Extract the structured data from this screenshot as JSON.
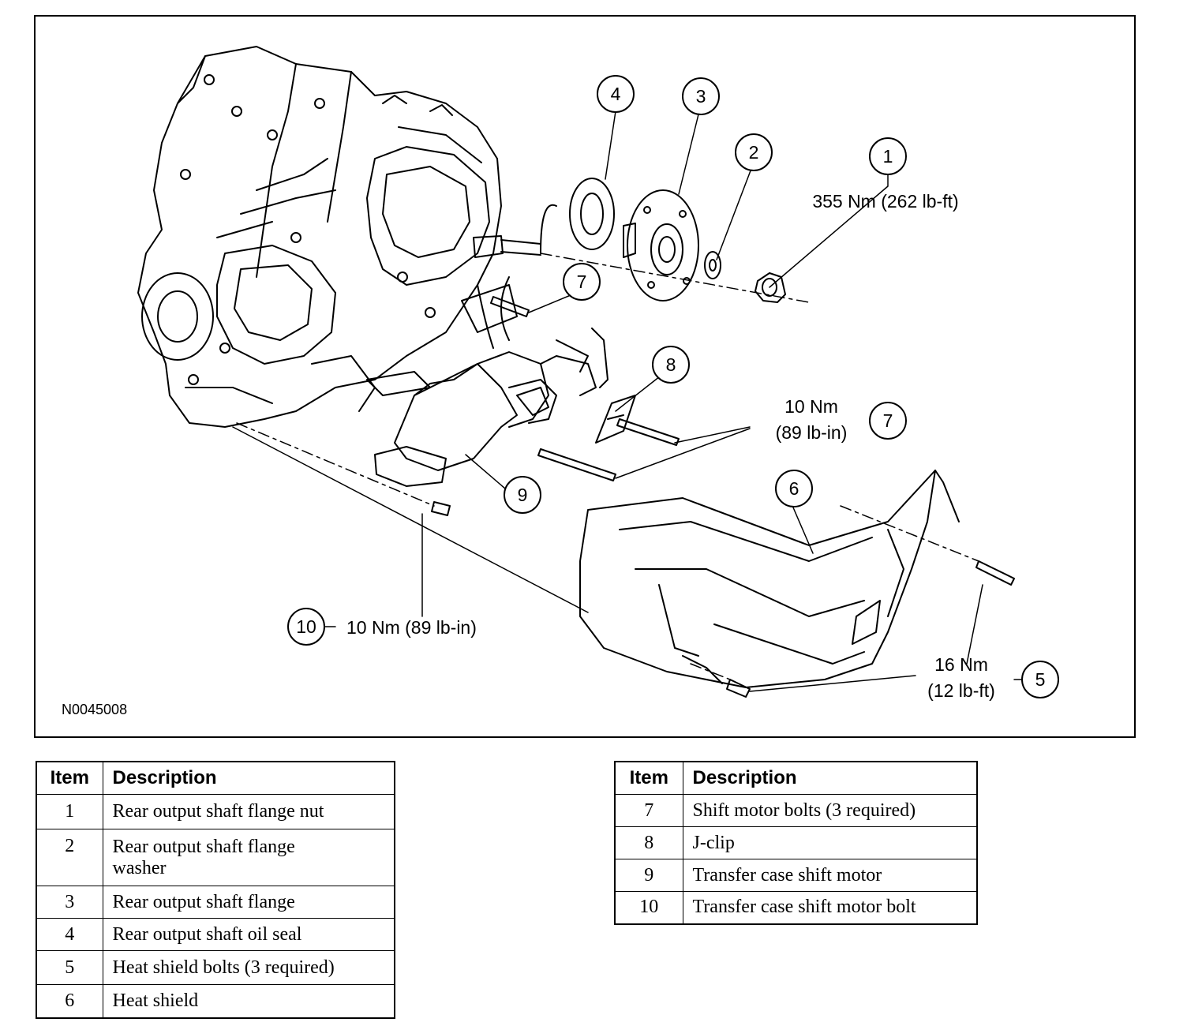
{
  "figure": {
    "figure_id": "N0045008",
    "callouts": [
      {
        "number": "1"
      },
      {
        "number": "2"
      },
      {
        "number": "3"
      },
      {
        "number": "4"
      },
      {
        "number": "5"
      },
      {
        "number": "6"
      },
      {
        "number": "7"
      },
      {
        "number": "7"
      },
      {
        "number": "8"
      },
      {
        "number": "9"
      },
      {
        "number": "10"
      }
    ],
    "torque_specs": {
      "item1": "355 Nm (262 lb-ft)",
      "item7_line1": "10 Nm",
      "item7_line2": "(89 lb-in)",
      "item10": "10 Nm (89 lb-in)",
      "item5_line1": "16 Nm",
      "item5_line2": "(12 lb-ft)"
    }
  },
  "legend": {
    "headers": {
      "item": "Item",
      "description": "Description"
    },
    "left_rows": [
      {
        "item": "1",
        "description": "Rear output shaft flange nut"
      },
      {
        "item": "2",
        "description": "Rear output shaft flange washer"
      },
      {
        "item": "3",
        "description": "Rear output shaft flange"
      },
      {
        "item": "4",
        "description": "Rear output shaft oil seal"
      },
      {
        "item": "5",
        "description": "Heat shield bolts (3 required)"
      },
      {
        "item": "6",
        "description": "Heat shield"
      }
    ],
    "right_rows": [
      {
        "item": "7",
        "description": "Shift motor bolts (3 required)"
      },
      {
        "item": "8",
        "description": "J-clip"
      },
      {
        "item": "9",
        "description": "Transfer case shift motor"
      },
      {
        "item": "10",
        "description": "Transfer case shift motor bolt"
      }
    ]
  }
}
